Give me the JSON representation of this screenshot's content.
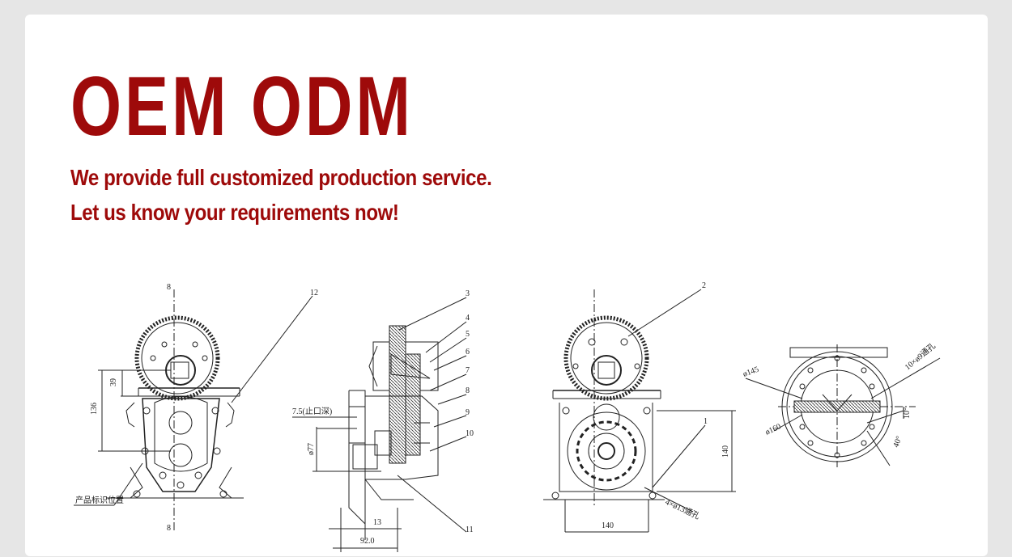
{
  "headline": "OEM ODM",
  "tagline_1": "We provide full customized production service.",
  "tagline_2": "Let us know your requirements now!",
  "colors": {
    "accent": "#9e0a0a",
    "page_bg": "#e6e6e6",
    "card_bg": "#ffffff",
    "line": "#222222"
  },
  "drawings": {
    "front": {
      "dim_height": "136",
      "dim_gear": "39",
      "callout": "12",
      "marker_top": "8",
      "marker_bottom": "8",
      "note": "产品标识位置"
    },
    "side": {
      "dim_spigot": "7.5(止口深)",
      "dim_dia": "ø77",
      "dim_13": "13",
      "dim_92": "92.0",
      "callouts": [
        "3",
        "4",
        "5",
        "6",
        "7",
        "8",
        "9",
        "10",
        "11"
      ]
    },
    "rear": {
      "dim_140_h": "140",
      "dim_140_w": "140",
      "holes": "4×ø13通孔",
      "callouts": [
        "1",
        "2"
      ]
    },
    "top": {
      "dia_145": "ø145",
      "dia_160": "ø160",
      "holes": "10×ø9通孔",
      "angle_40": "40°",
      "angle_10": "10°"
    }
  }
}
